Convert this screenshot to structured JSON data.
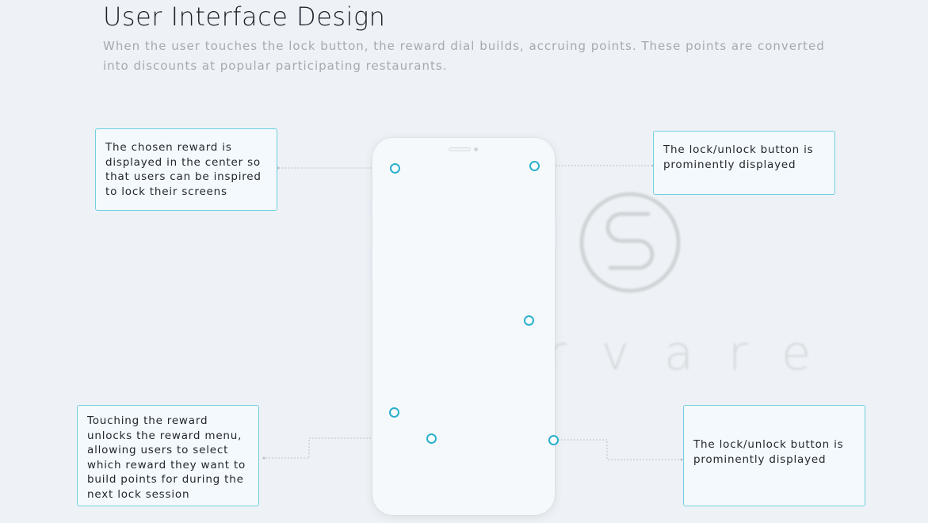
{
  "header": {
    "title": "User Interface Design",
    "subtitle": "When the user touches the lock button, the reward dial builds, accruing points. These points are converted into discounts at popular participating restaurants."
  },
  "watermark": {
    "icon": "s-logo-icon",
    "text": "rvare"
  },
  "callouts": [
    {
      "text": "The chosen reward is\ndisplayed in the center so\nthat users can be inspired\nto lock their screens"
    },
    {
      "text": "The lock/unlock button is\nprominently displayed"
    },
    {
      "text": "Touching the reward\nunlocks the reward menu,\nallowing users to select\nwhich reward they want to\nbuild points for during the\nnext lock session"
    },
    {
      "text": "The lock/unlock button is\nprominently displayed"
    }
  ],
  "colors": {
    "background": "#eef2f6",
    "accent": "#2ab0cc",
    "callout_border": "#6fd0df",
    "title": "#1b1f2a",
    "subtitle": "#a4aab2"
  }
}
